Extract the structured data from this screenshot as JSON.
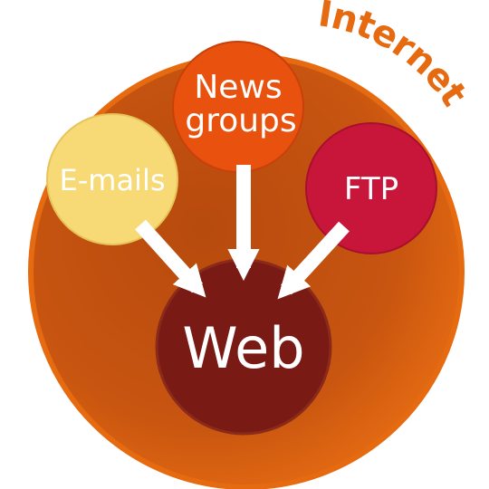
{
  "diagram": {
    "outer_label": "Internet",
    "nodes": {
      "news": {
        "line1": "News",
        "line2": "groups"
      },
      "emails": {
        "label": "E-mails"
      },
      "ftp": {
        "label": "FTP"
      },
      "web": {
        "label": "Web"
      }
    },
    "colors": {
      "internet_ring": "#e76a12",
      "internet_inner": "#c2500f",
      "internet_label": "#e56a10",
      "news": "#e8520e",
      "emails": "#f7d975",
      "ftp": "#c8153a",
      "web": "#7a1a14",
      "arrow": "#ffffff"
    }
  }
}
